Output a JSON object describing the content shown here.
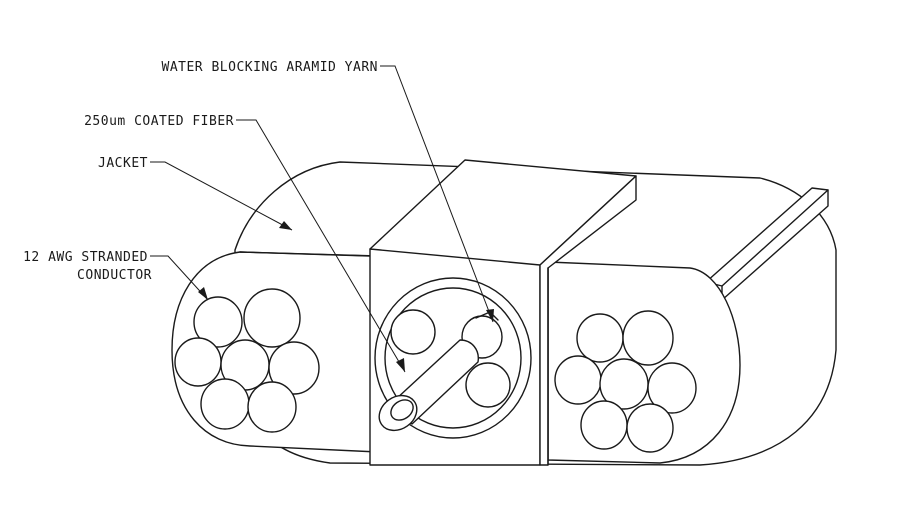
{
  "labels": {
    "yarn": "WATER BLOCKING ARAMID YARN",
    "fiber": "250um COATED FIBER",
    "jacket": "JACKET",
    "conductor_line1": "12 AWG STRANDED",
    "conductor_line2": "CONDUCTOR"
  },
  "colors": {
    "ink": "#1a1a1a",
    "paper": "#ffffff"
  }
}
